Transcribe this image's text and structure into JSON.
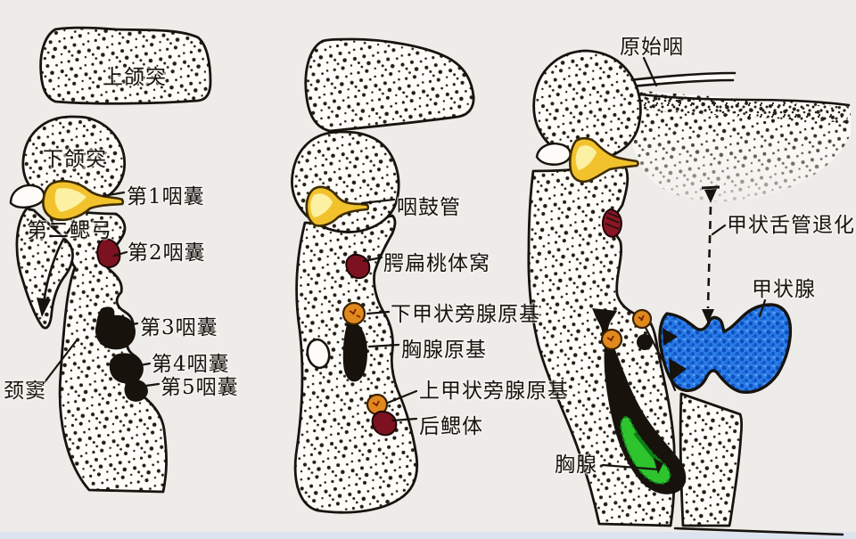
{
  "figure": {
    "kind": "embryology-diagram",
    "panels": [
      {
        "id": "stage-1",
        "note": "early pharyngeal pouches"
      },
      {
        "id": "stage-2",
        "note": "primordia of derivatives"
      },
      {
        "id": "stage-3",
        "note": "descent of glands"
      }
    ]
  },
  "labels": {
    "maxillary_process": "上颌突",
    "mandibular_process": "下颌突",
    "pouch1": "第1咽囊",
    "arch2": "第二鳃弓",
    "pouch2": "第2咽囊",
    "pouch3": "第3咽囊",
    "pouch4": "第4咽囊",
    "pouch5": "第5咽囊",
    "cervical_sinus": "颈窦",
    "auditory_tube": "咽鼓管",
    "palatine_tonsil_fossa": "腭扁桃体窝",
    "inferior_parathyroid_primordium": "下甲状旁腺原基",
    "thymus_primordium": "胸腺原基",
    "superior_parathyroid_primordium": "上甲状旁腺原基",
    "ultimobranchial_body": "后鳃体",
    "primitive_pharynx": "原始咽",
    "thyroglossal_duct_degeneration": "甲状舌管退化",
    "thyroid_gland": "甲状腺",
    "thymus": "胸腺"
  },
  "colors": {
    "background": "#edece8",
    "paper": "#fdfcf8",
    "outline": "#17130e",
    "stipple_dot": "#241e14",
    "pouch_yellow": "#f2c22c",
    "pouch_yellow_light": "#fcf0a2",
    "pouch_red": "#7c1220",
    "structure_black": "#17120c",
    "primordium_orange": "#e0891e",
    "thyroid_blue": "#2b7ce6",
    "thyroid_blue_dark": "#0c4fc0",
    "thymus_green": "#2ec42e",
    "thymus_green_dark": "#0e7e16",
    "bottom_strip": "#dce4f0"
  }
}
